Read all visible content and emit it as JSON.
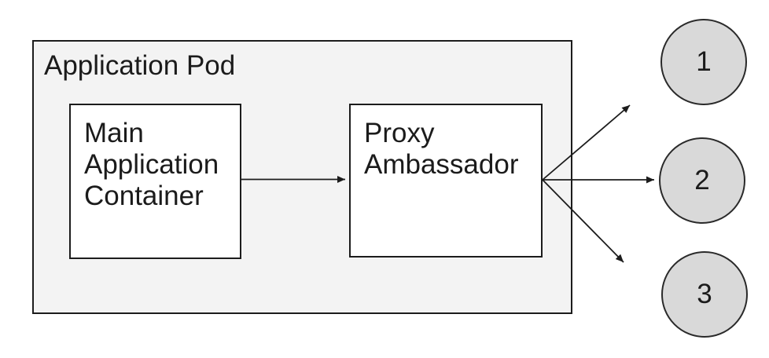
{
  "diagram": {
    "pod": {
      "label": "Application Pod"
    },
    "containers": [
      {
        "id": "main-application-container",
        "label": "Main\nApplication\nContainer"
      },
      {
        "id": "proxy-ambassador",
        "label": "Proxy\nAmbassador"
      }
    ],
    "endpoints": [
      {
        "id": "endpoint-1",
        "label": "1"
      },
      {
        "id": "endpoint-2",
        "label": "2"
      },
      {
        "id": "endpoint-3",
        "label": "3"
      }
    ],
    "connections": [
      {
        "from": "main-application-container",
        "to": "proxy-ambassador"
      },
      {
        "from": "proxy-ambassador",
        "to": "endpoint-1"
      },
      {
        "from": "proxy-ambassador",
        "to": "endpoint-2"
      },
      {
        "from": "proxy-ambassador",
        "to": "endpoint-3"
      }
    ],
    "colors": {
      "canvas_background": "#ffffff",
      "pod_fill": "#f3f3f3",
      "container_fill": "#ffffff",
      "endpoint_fill": "#d9d9d9",
      "stroke": "#1c1c1c",
      "text": "#1b1b1b"
    }
  }
}
